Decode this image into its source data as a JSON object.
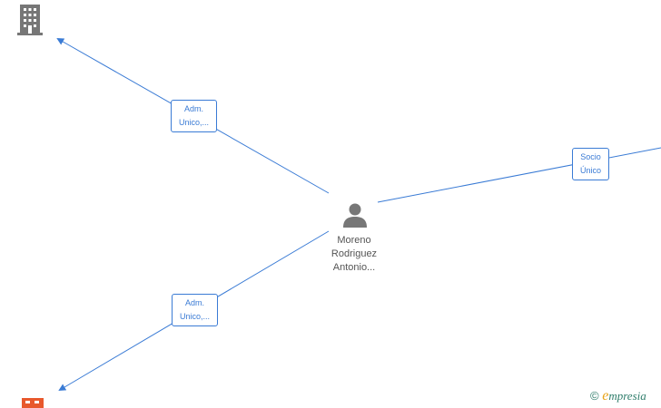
{
  "center_person": {
    "name_lines": [
      "Moreno",
      "Rodriguez",
      "Antonio..."
    ]
  },
  "edges": [
    {
      "label_lines": [
        "Adm.",
        "Unico,..."
      ]
    },
    {
      "label_lines": [
        "Adm.",
        "Unico,..."
      ]
    },
    {
      "label_lines": [
        "Socio",
        "Único"
      ]
    }
  ],
  "colors": {
    "edge": "#3a7bd5",
    "building_icon": "#777777",
    "company_icon_accent": "#e8582c",
    "person_icon": "#777777"
  },
  "watermark": {
    "symbol": "©",
    "brand_first": "e",
    "brand_rest": "mpresia"
  }
}
